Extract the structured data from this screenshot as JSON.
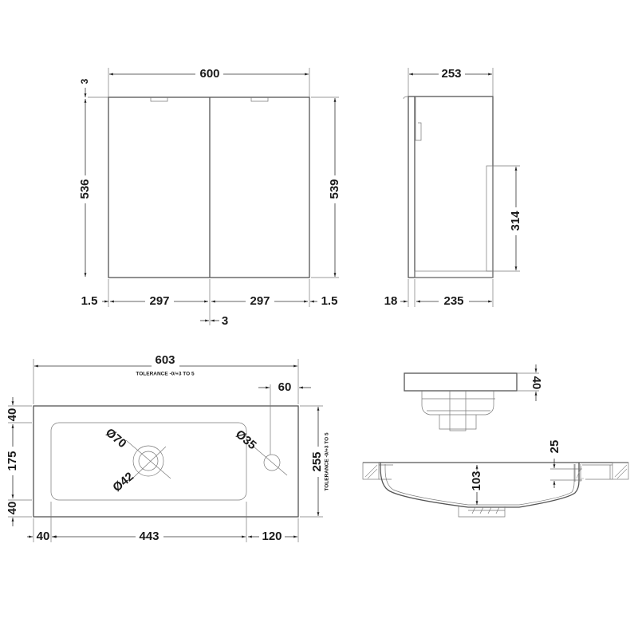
{
  "front_view": {
    "width": "600",
    "top_gap": "3",
    "left_height": "536",
    "right_height": "539",
    "left_edge": "1.5",
    "door_left": "297",
    "door_right": "297",
    "right_edge": "1.5",
    "door_gap": "3"
  },
  "side_view": {
    "depth": "253",
    "back_panel_height": "314",
    "front_thickness": "18",
    "carcass_depth": "235"
  },
  "basin_plan": {
    "width": "603",
    "width_tolerance": "TOLERANCE -0/+3 TO 5",
    "tap_offset": "60",
    "top_margin": "40",
    "bowl_depth": "175",
    "bottom_margin": "40",
    "depth": "255",
    "depth_tolerance": "TOLERANCE -0/+3 TO 5",
    "waste_outer": "Ø70",
    "waste_inner": "Ø42",
    "tap_hole": "Ø35",
    "left_margin": "40",
    "bowl_width": "443",
    "right_deck": "120"
  },
  "basin_side": {
    "thickness": "40"
  },
  "basin_section": {
    "rim_depth": "25",
    "bowl_depth": "103"
  }
}
